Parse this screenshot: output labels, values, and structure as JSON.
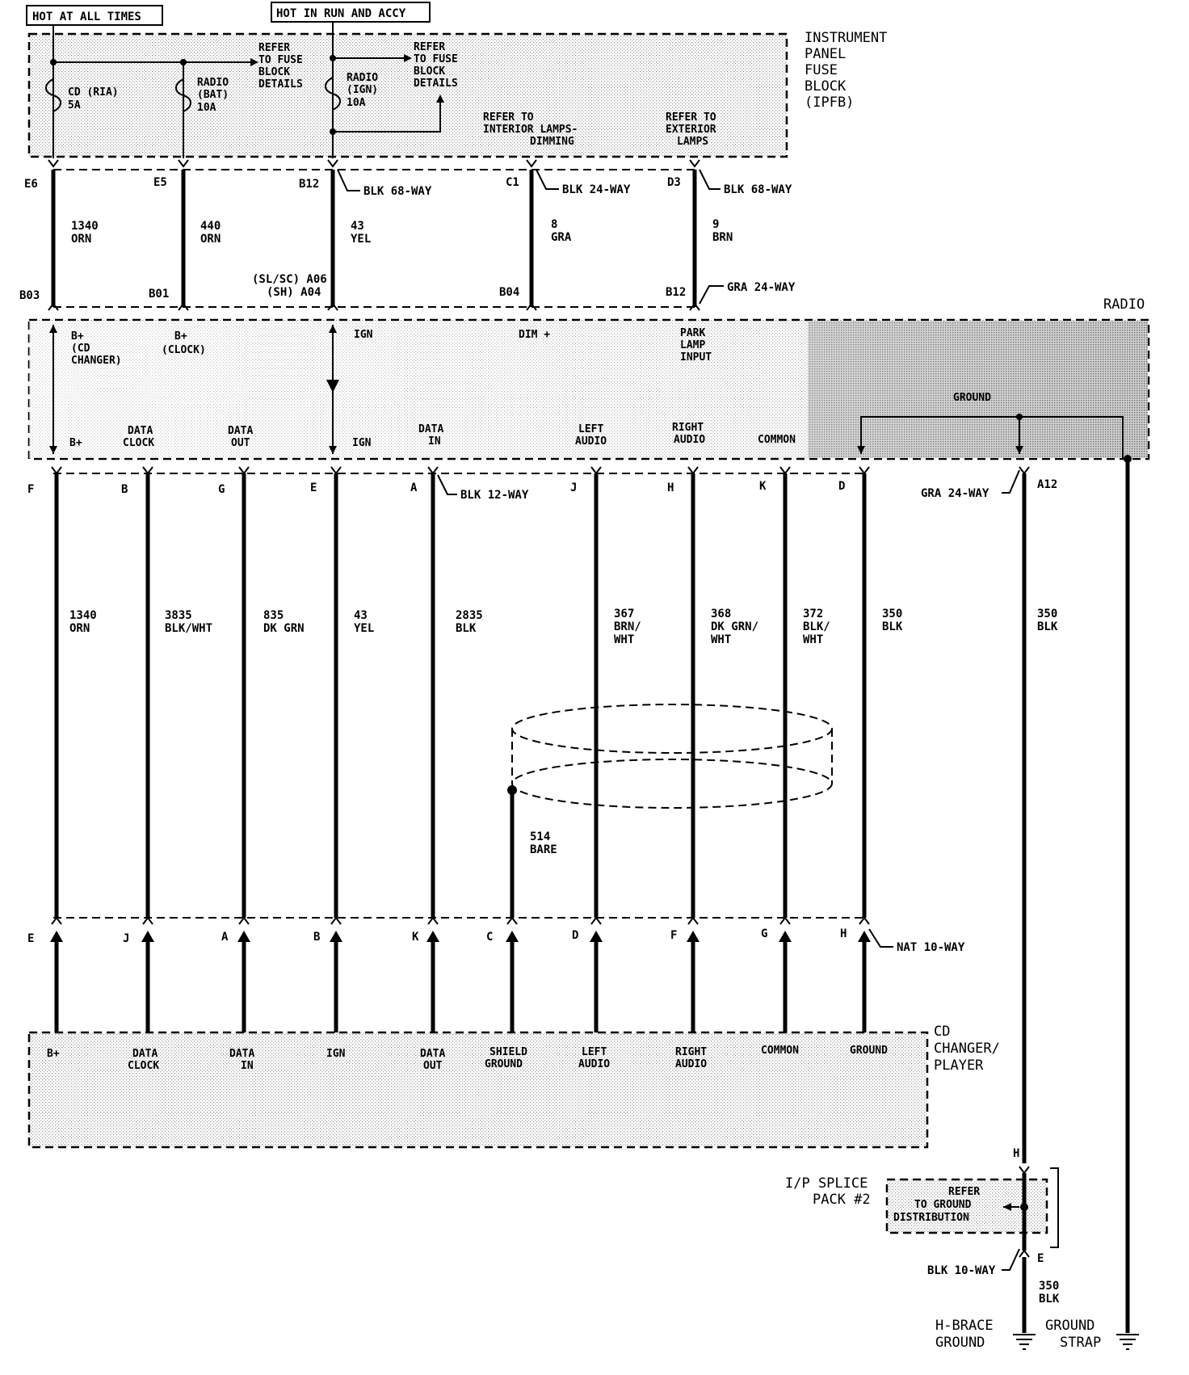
{
  "header": {
    "hot_always": "HOT AT ALL TIMES",
    "hot_run": "HOT IN RUN AND ACCY"
  },
  "ipfb": {
    "title": [
      "INSTRUMENT",
      "PANEL",
      "FUSE",
      "BLOCK",
      "(IPFB)"
    ],
    "fuse_cd": [
      "CD (RIA)",
      "5A"
    ],
    "fuse_radio_bat": [
      "RADIO",
      "(BAT)",
      "10A"
    ],
    "fuse_radio_ign": [
      "RADIO",
      "(IGN)",
      "10A"
    ],
    "refer_fuse_1": [
      "REFER",
      "TO FUSE",
      "BLOCK",
      "DETAILS"
    ],
    "refer_fuse_2": [
      "REFER",
      "TO FUSE",
      "BLOCK",
      "DETAILS"
    ],
    "refer_interior": [
      "REFER TO",
      "INTERIOR LAMPS-",
      "DIMMING"
    ],
    "refer_exterior": [
      "REFER TO",
      "EXTERIOR",
      "LAMPS"
    ]
  },
  "upper_wires": {
    "pins_top": [
      "E6",
      "E5",
      "B12",
      "C1",
      "D3"
    ],
    "pins_bottom": [
      "B03",
      "B01",
      "B04",
      "B12"
    ],
    "sl_sc": "(SL/SC) A06",
    "sh": "(SH) A04",
    "conn_1": "BLK 68-WAY",
    "conn_2": "BLK 24-WAY",
    "conn_3": "BLK 68-WAY",
    "conn_4": "GRA 24-WAY",
    "w1": [
      "1340",
      "ORN"
    ],
    "w2": [
      "440",
      "ORN"
    ],
    "w3": [
      "43",
      "YEL"
    ],
    "w4": [
      "8",
      "GRA"
    ],
    "w5": [
      "9",
      "BRN"
    ]
  },
  "radio": {
    "title": "RADIO",
    "top_labels": {
      "b_cd": [
        "B+",
        "(CD",
        "CHANGER)"
      ],
      "b_clock": [
        "B+",
        "(CLOCK)"
      ],
      "ign": "IGN",
      "dim": "DIM +",
      "park": [
        "PARK",
        "LAMP",
        "INPUT"
      ]
    },
    "bottom_labels": {
      "b": "B+",
      "data_clock": [
        "DATA",
        "CLOCK"
      ],
      "data_out": [
        "DATA",
        "OUT"
      ],
      "ign": "IGN",
      "data_in": [
        "DATA",
        "IN"
      ],
      "left_audio": [
        "LEFT",
        "AUDIO"
      ],
      "right_audio": [
        "RIGHT",
        "AUDIO"
      ],
      "common": "COMMON",
      "ground": "GROUND"
    }
  },
  "middle_wires": {
    "pins_top": [
      "F",
      "B",
      "G",
      "E",
      "A",
      "J",
      "H",
      "K",
      "D",
      "A12"
    ],
    "conn_blk12": "BLK 12-WAY",
    "conn_gra24": "GRA 24-WAY",
    "w1": [
      "1340",
      "ORN"
    ],
    "w2": [
      "3835",
      "BLK/WHT"
    ],
    "w3": [
      "835",
      "DK GRN"
    ],
    "w4": [
      "43",
      "YEL"
    ],
    "w5": [
      "2835",
      "BLK"
    ],
    "w6": [
      "367",
      "BRN/",
      "WHT"
    ],
    "w7": [
      "368",
      "DK GRN/",
      "WHT"
    ],
    "w8": [
      "372",
      "BLK/",
      "WHT"
    ],
    "w9": [
      "350",
      "BLK"
    ],
    "w10": [
      "350",
      "BLK"
    ],
    "drain": [
      "514",
      "BARE"
    ],
    "pins_bottom": [
      "E",
      "J",
      "A",
      "B",
      "K",
      "C",
      "D",
      "F",
      "G",
      "H"
    ],
    "conn_nat10": "NAT 10-WAY"
  },
  "cd_changer": {
    "title": [
      "CD",
      "CHANGER/",
      "PLAYER"
    ],
    "labels": {
      "b": "B+",
      "data_clock": [
        "DATA",
        "CLOCK"
      ],
      "data_in": [
        "DATA",
        "IN"
      ],
      "ign": "IGN",
      "data_out": [
        "DATA",
        "OUT"
      ],
      "shield": [
        "SHIELD",
        "GROUND"
      ],
      "left_audio": [
        "LEFT",
        "AUDIO"
      ],
      "right_audio": [
        "RIGHT",
        "AUDIO"
      ],
      "common": "COMMON",
      "ground": "GROUND"
    }
  },
  "splice": {
    "pin_h": "H",
    "pin_e": "E",
    "title": [
      "I/P SPLICE",
      "PACK #2"
    ],
    "refer": [
      "REFER",
      "TO GROUND",
      "DISTRIBUTION"
    ],
    "conn": "BLK 10-WAY",
    "wire": [
      "350",
      "BLK"
    ]
  },
  "grounds": {
    "hbrace": [
      "H-BRACE",
      "GROUND"
    ],
    "strap": [
      "GROUND",
      "STRAP"
    ]
  }
}
